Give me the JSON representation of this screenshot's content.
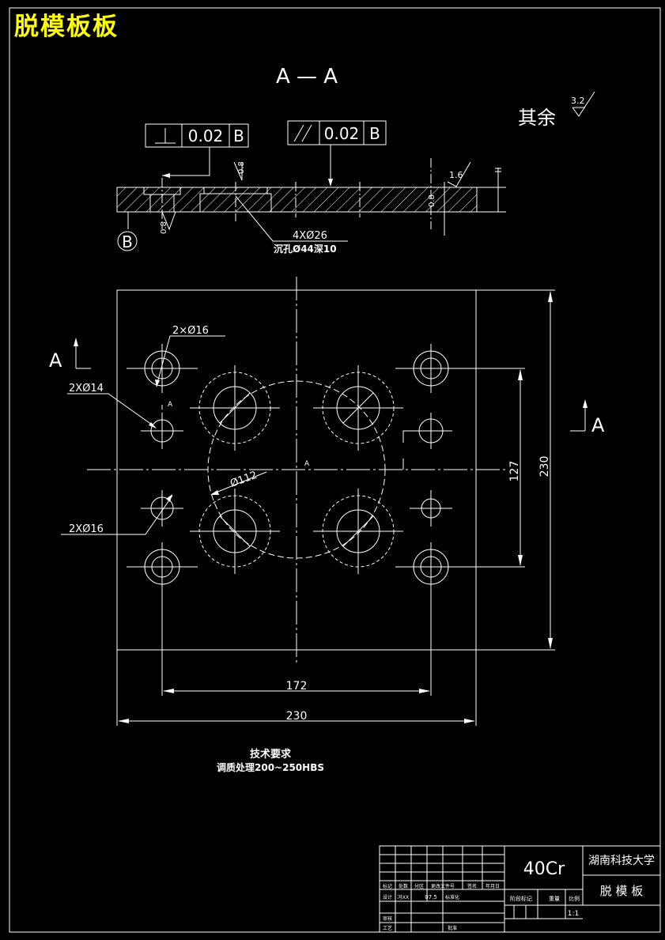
{
  "title": "脱模板板",
  "section_label": "A — A",
  "surface_note": {
    "text": "其余",
    "roughness": "3.2"
  },
  "tolerances": [
    {
      "symbol": "⊥",
      "value": "0.02",
      "datum": "B"
    },
    {
      "symbol": "//",
      "value": "0.02",
      "datum": "B"
    }
  ],
  "datum_label": "B",
  "roughness_values": [
    "0.8",
    "1.6",
    "0.8",
    "0.8"
  ],
  "section_notes": [
    "4XØ26",
    "沉孔Ø44深10"
  ],
  "hole_notes": [
    "2×Ø16",
    "2XØ14",
    "2XØ16"
  ],
  "view_labels": [
    "A",
    "A"
  ],
  "dimensions": {
    "dia_112": "Ø112",
    "d127": "127",
    "d230_v": "230",
    "d172": "172",
    "d230_h": "230",
    "center_label": "A",
    "small_label": "A"
  },
  "tech_req": {
    "title": "技术要求",
    "line1": "调质处理200~250HBS"
  },
  "title_block": {
    "material": "40Cr",
    "school": "湖南科技大学",
    "part": "脱 模 板",
    "scale": "1:1",
    "row_labels": [
      "标记",
      "处数",
      "分区",
      "更改文件号",
      "签名",
      "年月日"
    ],
    "row2": [
      "设计",
      "冯XX",
      "07.5",
      "标准化"
    ],
    "row3": [
      "审核"
    ],
    "row4": [
      "工艺",
      "批准"
    ],
    "stage": "阶段标记",
    "weight": "重量",
    "ratio": "比例"
  },
  "colors": {
    "line": "#ffffff",
    "title": "#ffff00",
    "background": "#000000"
  }
}
